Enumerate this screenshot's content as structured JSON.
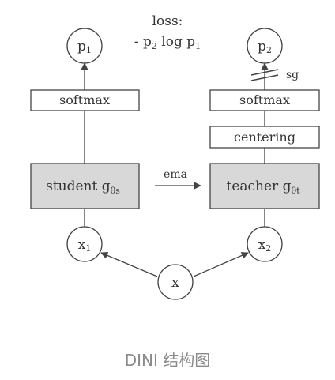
{
  "loss": {
    "title": "loss:",
    "formula_prefix": "- p",
    "formula_sub1": "2",
    "formula_mid": " log p",
    "formula_sub2": "1"
  },
  "nodes": {
    "p1": {
      "base": "p",
      "sub": "1"
    },
    "p2": {
      "base": "p",
      "sub": "2"
    },
    "x1": {
      "base": "x",
      "sub": "1"
    },
    "x2": {
      "base": "x",
      "sub": "2"
    },
    "x": {
      "base": "x"
    }
  },
  "boxes": {
    "softmax_left": "softmax",
    "softmax_right": "softmax",
    "centering": "centering",
    "student": {
      "label": "student g",
      "sub": "θs"
    },
    "teacher": {
      "label": "teacher g",
      "sub": "θt"
    }
  },
  "edges": {
    "ema_label": "ema",
    "sg_label": "sg"
  },
  "caption": "DINI 结构图",
  "colors": {
    "stroke": "#444444",
    "network_fill": "#d8d8d8",
    "box_fill": "#ffffff",
    "caption": "#8a8a8a"
  }
}
